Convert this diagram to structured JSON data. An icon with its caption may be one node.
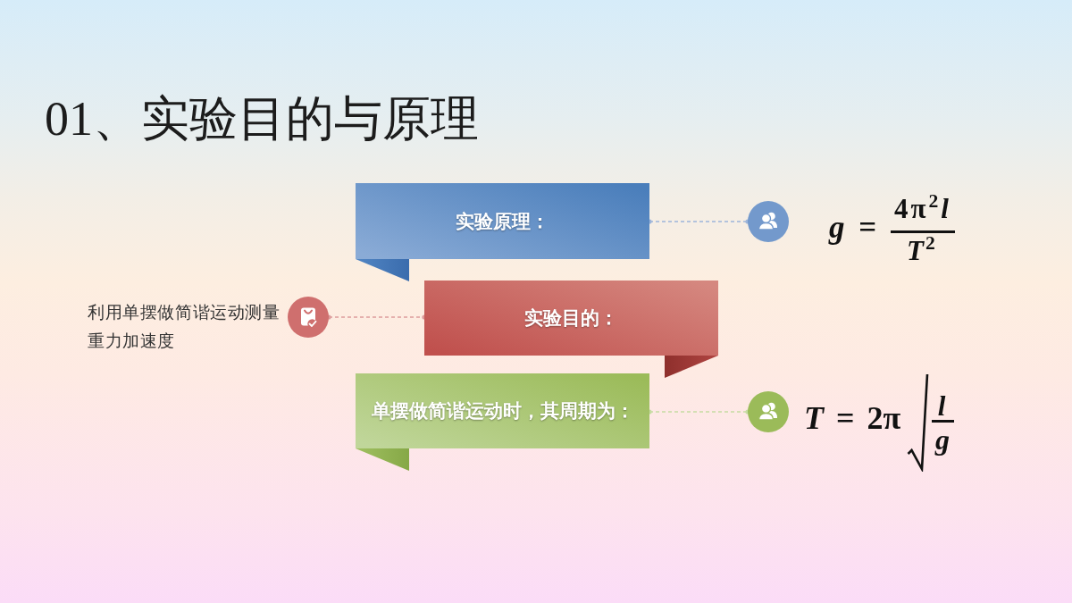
{
  "diagram": {
    "title": "01、实验目的与原理",
    "nodes": [
      {
        "text": [
          "实验原理："
        ]
      },
      {
        "text": [],
        "shape": "circle",
        "beside": [
          "*g* =",
          "4π$^{2}$*l*",
          "*T*$^{2}$"
        ]
      },
      {
        "text": [],
        "shape": "circle",
        "beside": [
          "利用单摆做简谐运动测量重力加速度"
        ]
      },
      {
        "text": [
          "实验目的："
        ]
      },
      {
        "text": [
          "单摆做简谐运动时，其周期为："
        ]
      },
      {
        "text": [],
        "shape": "circle",
        "beside": [
          "*T* = 2π",
          "l",
          "g"
        ]
      }
    ],
    "edges": [
      {
        "from": 0,
        "to": 1,
        "arrow": "other",
        "style": "dashed",
        "color": "#9db5da"
      },
      {
        "from": 2,
        "to": 3,
        "arrow": "other",
        "style": "dashed",
        "color": "#dd9c9c"
      },
      {
        "from": 4,
        "to": 5,
        "arrow": "other",
        "style": "dashed",
        "color": "#c6dca2"
      }
    ]
  }
}
